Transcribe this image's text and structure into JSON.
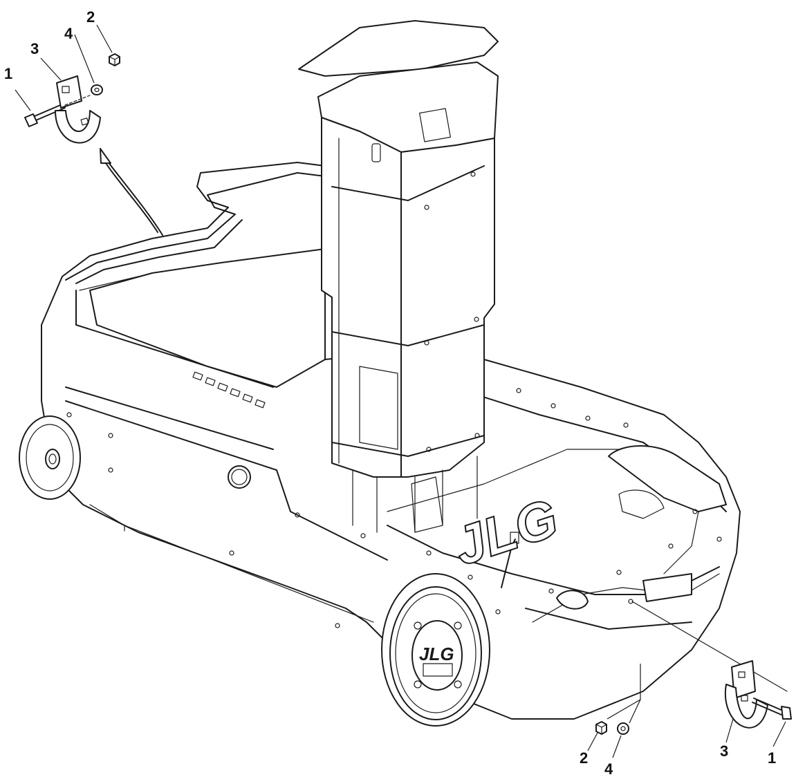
{
  "callouts": {
    "top_left": {
      "c1": "1",
      "c2": "2",
      "c3": "3",
      "c4": "4"
    },
    "bottom_right": {
      "c1": "1",
      "c2": "2",
      "c3": "3",
      "c4": "4"
    }
  },
  "logo": {
    "deck": "JLG",
    "wheel": "JLG"
  },
  "colors": {
    "line": "#1a1a1a",
    "background": "#ffffff"
  }
}
